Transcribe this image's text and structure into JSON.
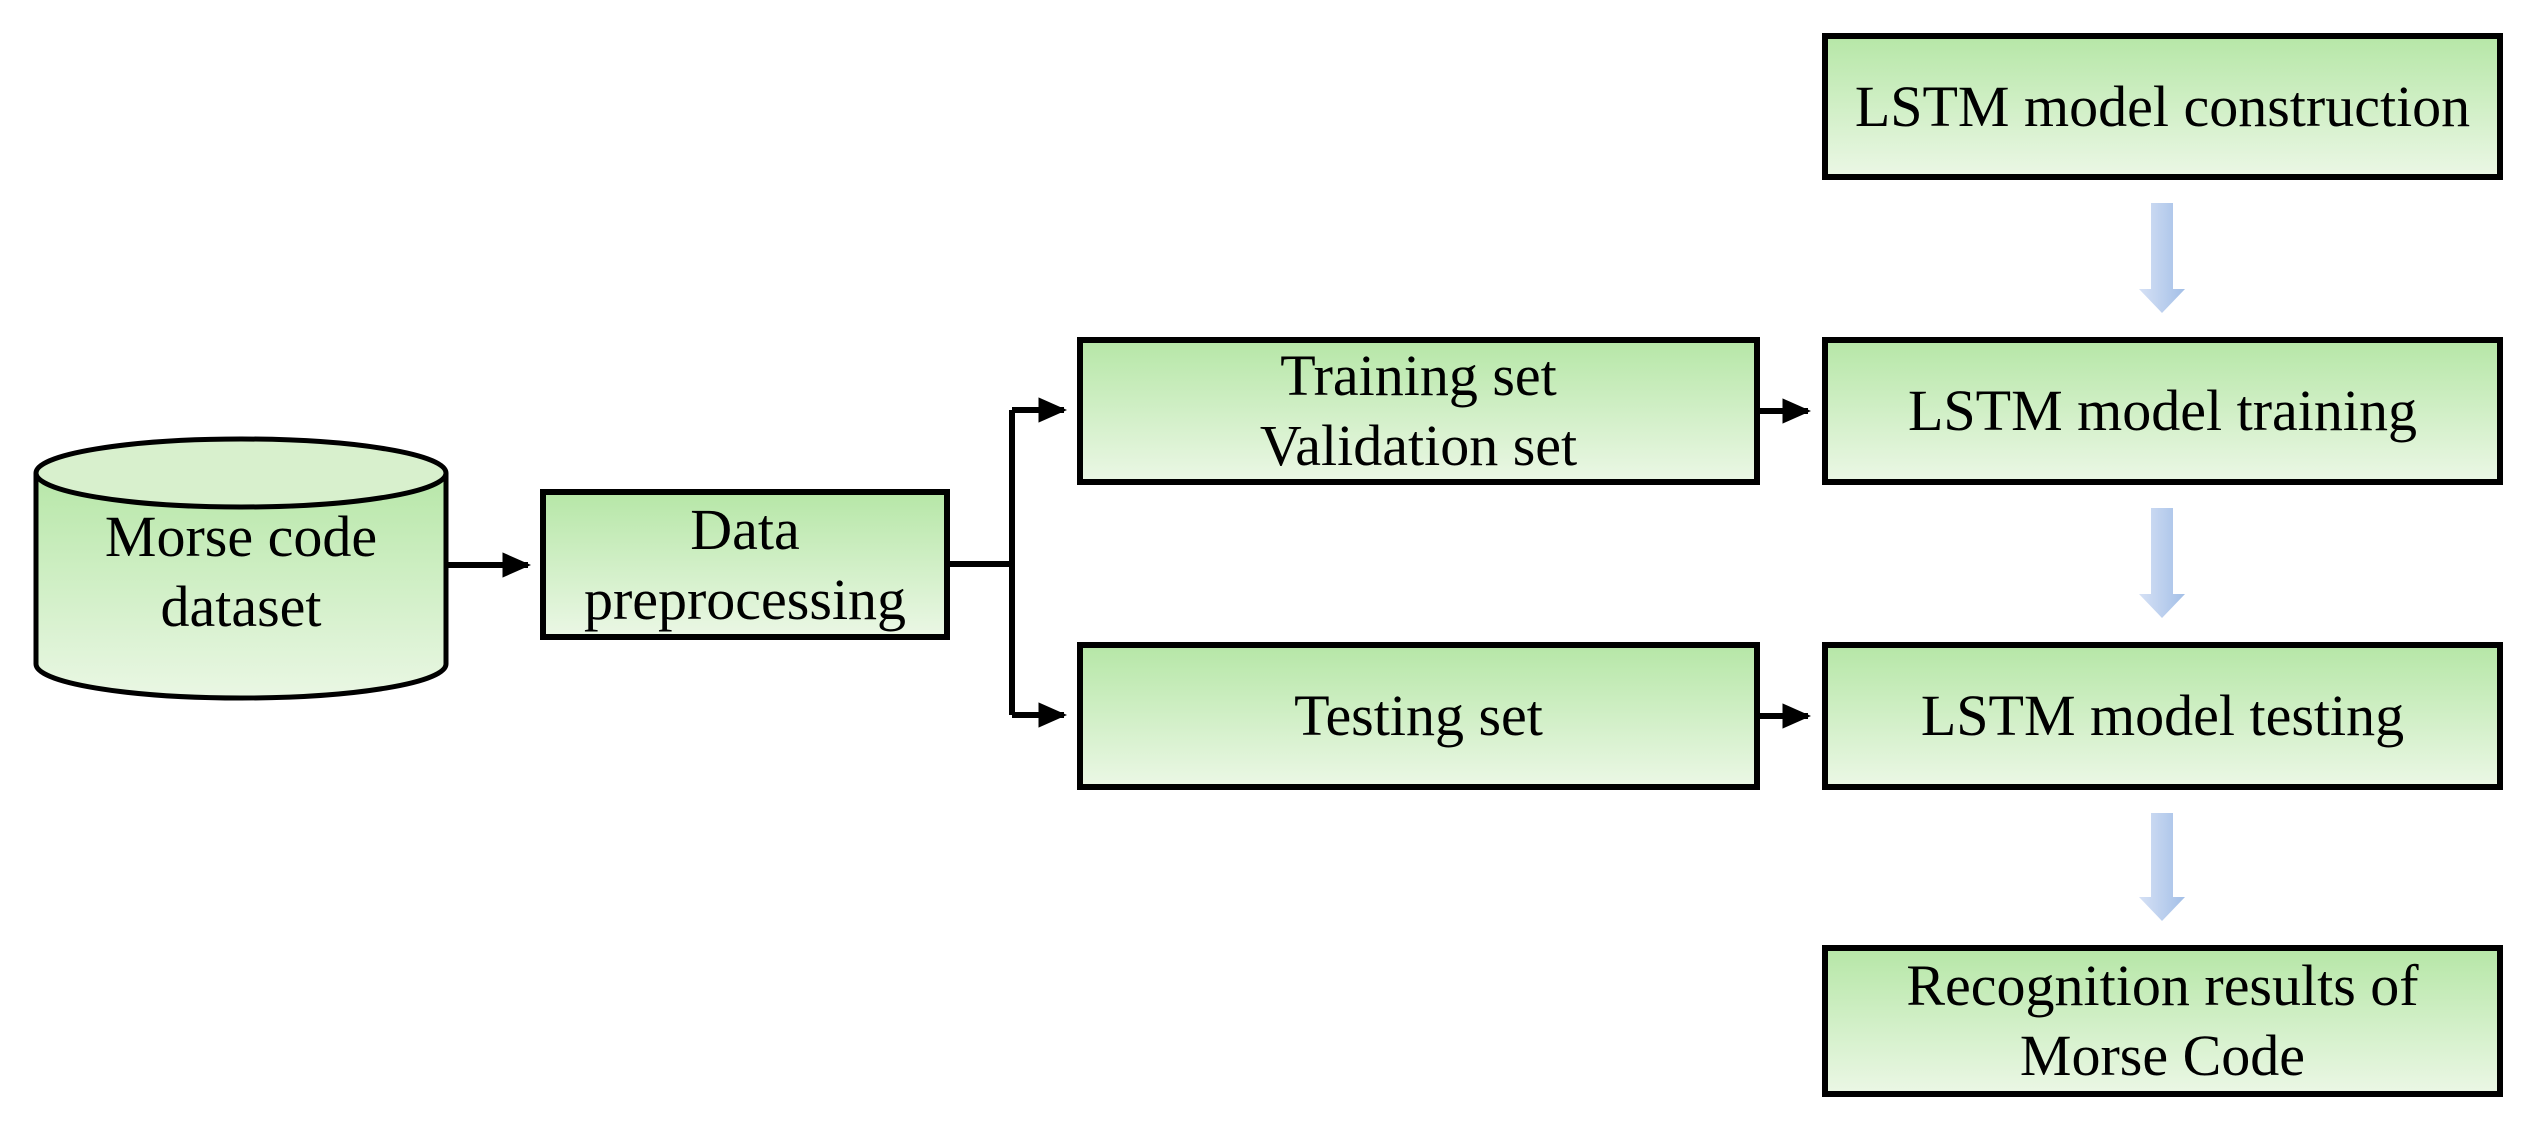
{
  "diagram": {
    "nodes": {
      "dataset": {
        "label": "Morse code\ndataset",
        "shape": "cylinder"
      },
      "preprocessing": {
        "label": "Data\npreprocessing",
        "shape": "rectangle"
      },
      "train_val": {
        "label": "Training set\nValidation set",
        "shape": "rectangle"
      },
      "testing_set": {
        "label": "Testing set",
        "shape": "rectangle"
      },
      "construction": {
        "label": "LSTM model construction",
        "shape": "rectangle"
      },
      "training": {
        "label": "LSTM model training",
        "shape": "rectangle"
      },
      "testing": {
        "label": "LSTM model testing",
        "shape": "rectangle"
      },
      "results": {
        "label": "Recognition results of\nMorse Code",
        "shape": "rectangle"
      }
    },
    "edges": [
      {
        "from": "dataset",
        "to": "preprocessing",
        "type": "line-arrow"
      },
      {
        "from": "preprocessing",
        "to": "train_val",
        "type": "line-arrow"
      },
      {
        "from": "preprocessing",
        "to": "testing_set",
        "type": "line-arrow"
      },
      {
        "from": "train_val",
        "to": "training",
        "type": "line-arrow"
      },
      {
        "from": "testing_set",
        "to": "testing",
        "type": "line-arrow"
      },
      {
        "from": "construction",
        "to": "training",
        "type": "block-arrow-down"
      },
      {
        "from": "training",
        "to": "testing",
        "type": "block-arrow-down"
      },
      {
        "from": "testing",
        "to": "results",
        "type": "block-arrow-down"
      }
    ],
    "colors": {
      "node_fill_top": "#b7e7a8",
      "node_fill_bottom": "#eaf7e4",
      "cylinder_top_fill": "#d8f0cd",
      "node_border": "#000000",
      "text": "#000000",
      "connector": "#000000",
      "block_arrow_light": "#d6e1f5",
      "block_arrow_dark": "#a3bfe7",
      "background": "#ffffff"
    }
  }
}
